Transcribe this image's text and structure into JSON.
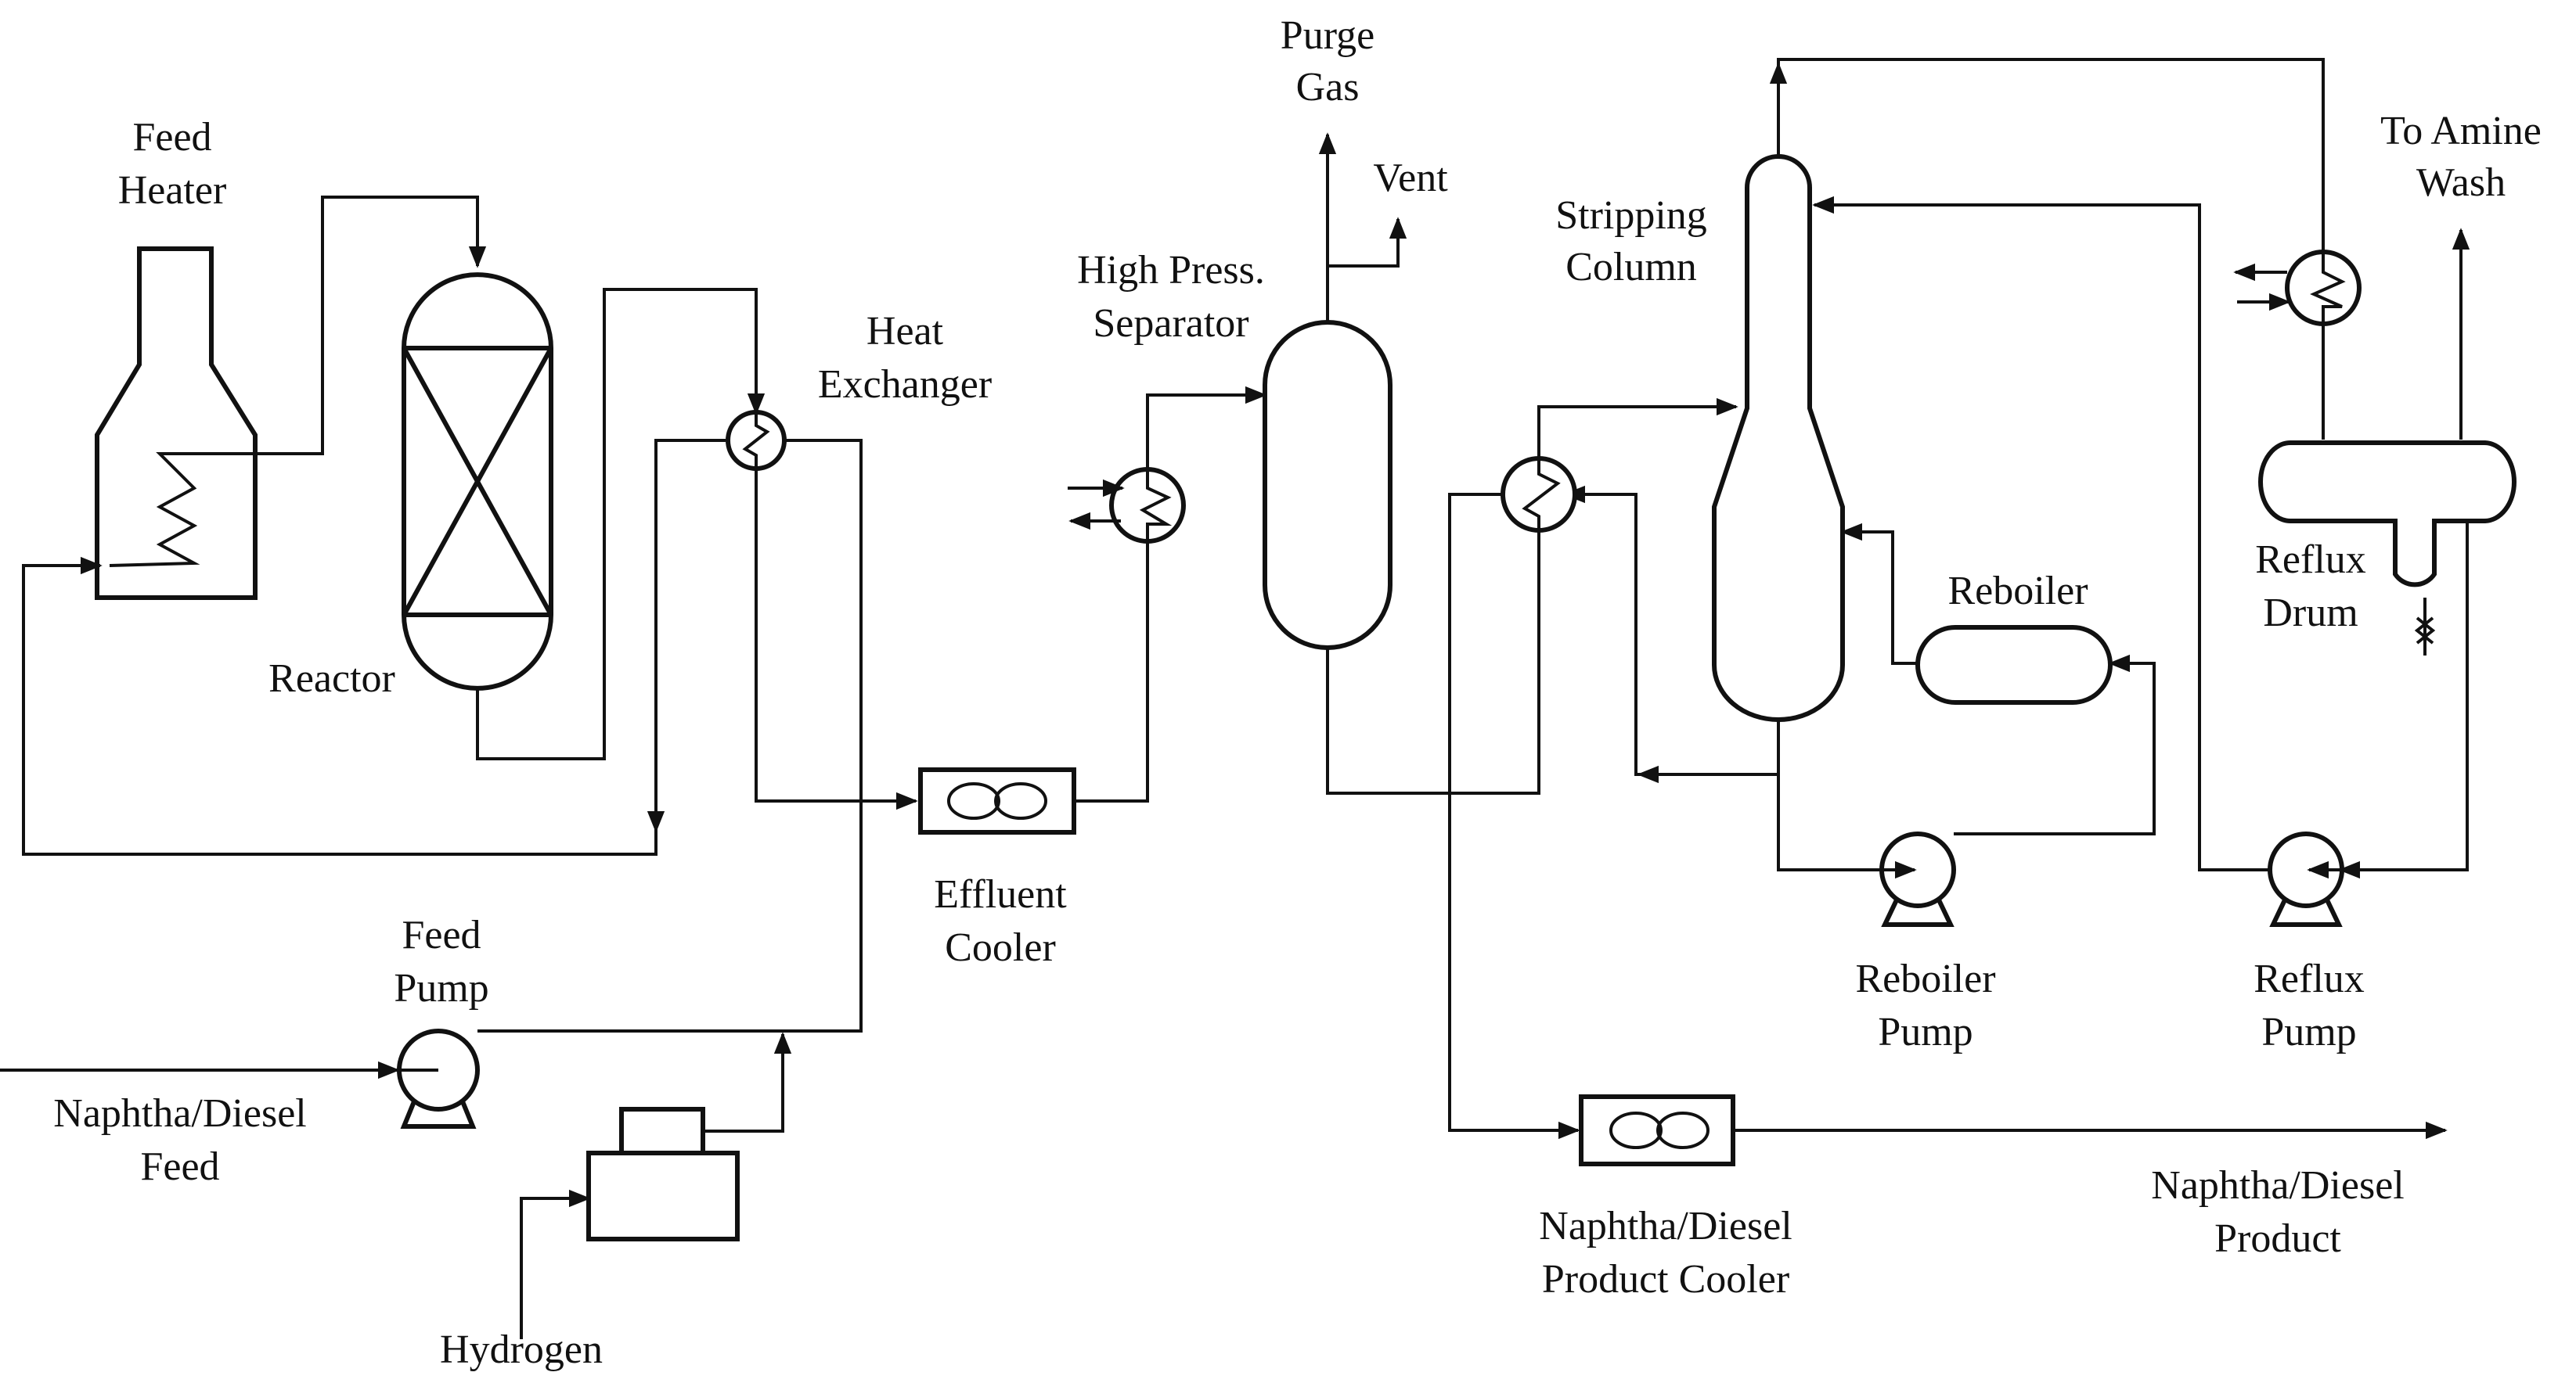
{
  "labels": {
    "feed_heater": [
      "Feed",
      "Heater"
    ],
    "reactor": "Reactor",
    "heat_exchanger": [
      "Heat",
      "Exchanger"
    ],
    "high_press_separator": [
      "High Press.",
      "Separator"
    ],
    "purge_gas": [
      "Purge",
      "Gas"
    ],
    "vent": "Vent",
    "stripping_column": [
      "Stripping",
      "Column"
    ],
    "to_amine_wash": [
      "To Amine",
      "Wash"
    ],
    "reflux_drum": [
      "Reflux",
      "Drum"
    ],
    "reboiler": "Reboiler",
    "effluent_cooler": [
      "Effluent",
      "Cooler"
    ],
    "feed_pump": [
      "Feed",
      "Pump"
    ],
    "naphtha_diesel_feed": [
      "Naphtha/Diesel",
      "Feed"
    ],
    "hydrogen": "Hydrogen",
    "reboiler_pump": [
      "Reboiler",
      "Pump"
    ],
    "reflux_pump": [
      "Reflux",
      "Pump"
    ],
    "product_cooler": [
      "Naphtha/Diesel",
      "Product Cooler"
    ],
    "naphtha_diesel_product": [
      "Naphtha/Diesel",
      "Product"
    ]
  }
}
